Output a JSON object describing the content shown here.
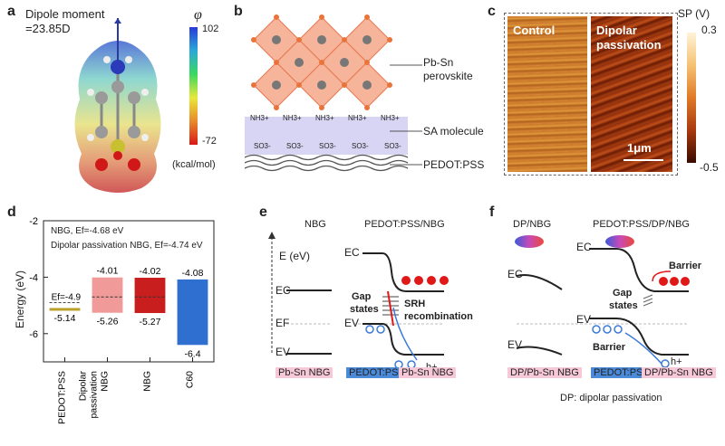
{
  "panels": [
    "a",
    "b",
    "c",
    "d",
    "e",
    "f"
  ],
  "a": {
    "dipole_title": "Dipole moment",
    "dipole_value": "=23.85D",
    "phi_symbol": "φ",
    "scale_max": "102",
    "scale_min": "-72",
    "scale_unit": "(kcal/mol)"
  },
  "b": {
    "label_perovskite_1": "Pb-Sn",
    "label_perovskite_2": "perovskite",
    "label_sa": "SA molecule",
    "label_pedot": "PEDOT:PSS",
    "nh3": "NH3+",
    "so3": "SO3-"
  },
  "c": {
    "left_label": "Control",
    "right_label_1": "Dipolar",
    "right_label_2": "passivation",
    "scale_title": "SP (V)",
    "scale_max": "0.3",
    "scale_min": "-0.5",
    "scalebar": "1μm"
  },
  "d": {
    "legend_1": "NBG, Ef=-4.68 eV",
    "legend_2": "Dipolar passivation NBG, Ef=-4.74 eV",
    "ef_label": "Ef=-4.9",
    "ylabel": "Energy (eV)"
  },
  "chart_data": {
    "type": "bar",
    "title": "",
    "xlabel": "",
    "ylabel": "Energy (eV)",
    "ylim": [
      -7,
      -2
    ],
    "yticks": [
      -2,
      -4,
      -6
    ],
    "categories": [
      "PEDOT:PSS",
      "Dipolar passivation NBG",
      "NBG",
      "C60"
    ],
    "category_lines": [
      [
        "PEDOT:PSS"
      ],
      [
        "Dipolar",
        "passivation",
        "NBG"
      ],
      [
        "NBG"
      ],
      [
        "C60"
      ]
    ],
    "top": [
      null,
      -4.01,
      -4.02,
      -4.08
    ],
    "bottom": [
      -5.14,
      -5.26,
      -5.27,
      -6.4
    ],
    "top_labels": [
      "",
      "-4.01",
      "-4.02",
      "-4.08"
    ],
    "bottom_labels": [
      "-5.14",
      "-5.26",
      "-5.27",
      "-6.4"
    ],
    "pedot_ef": -4.9,
    "colors": [
      "#b8a02a",
      "#f09a9a",
      "#c81e1e",
      "#2e6fd0"
    ]
  },
  "e": {
    "col1": "NBG",
    "col2": "PEDOT:PSS/NBG",
    "axis_label": "E (eV)",
    "ec": "EC",
    "ef": "EF",
    "ev": "EV",
    "gap_states_1": "Gap",
    "gap_states_2": "states",
    "srh_1": "SRH",
    "srh_2": "recombination",
    "hole": "h+",
    "bottom_left": "Pb-Sn NBG",
    "bottom_mid": "PEDOT:PSS",
    "bottom_right": "Pb-Sn NBG"
  },
  "f": {
    "col1": "DP/NBG",
    "col2": "PEDOT:PSS/DP/NBG",
    "ec": "EC",
    "ev": "EV",
    "barrier_top": "Barrier",
    "barrier_bottom": "Barrier",
    "gap_states_1": "Gap",
    "gap_states_2": "states",
    "hole": "h+",
    "bottom_left": "DP/Pb-Sn NBG",
    "bottom_mid": "PEDOT:PSS",
    "bottom_right": "DP/Pb-Sn NBG",
    "footnote": "DP: dipolar passivation"
  }
}
